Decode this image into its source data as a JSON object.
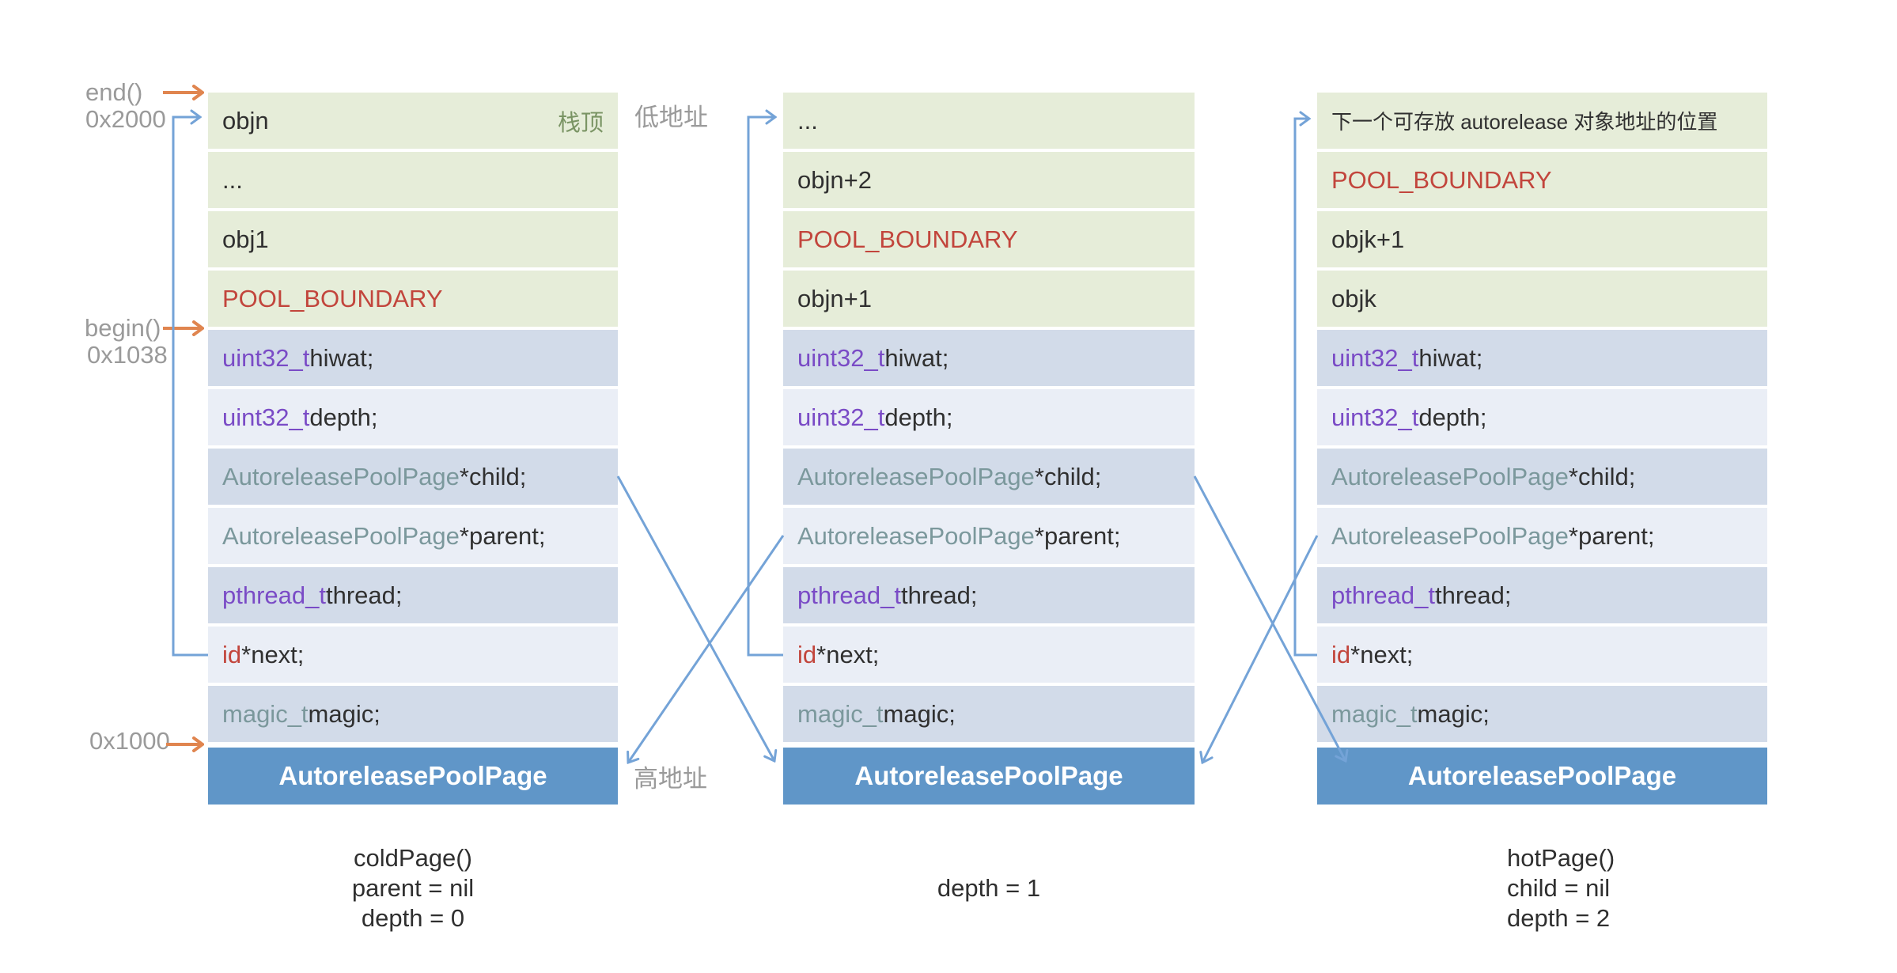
{
  "colors": {
    "green_bg": "#e6edd9",
    "row_dark": "#d2dbe9",
    "row_light": "#eaeef6",
    "bar_blue": "#6096c8",
    "red": "#c2453c",
    "purple": "#7a4bc6",
    "teal": "#7b989c",
    "dark_text": "#303030",
    "gray_label": "#9a9a9a",
    "orange": "#e0854f",
    "arrow_blue": "#74a3d7",
    "stack_green": "#7a9464",
    "caption": "#2f2f2f"
  },
  "labels": {
    "end": "end()",
    "addr_end": "0x2000",
    "begin": "begin()",
    "addr_begin": "0x1038",
    "addr_base": "0x1000",
    "low_address": "低地址",
    "high_address": "高地址",
    "stack_top": "栈顶"
  },
  "columns": [
    {
      "header": "AutoreleasePoolPage",
      "caption": [
        "coldPage()",
        "parent = nil",
        "depth = 0"
      ],
      "rows": [
        {
          "t1": "objn"
        },
        {
          "t1": "..."
        },
        {
          "t1": "obj1"
        },
        {
          "t1": "POOL_BOUNDARY"
        },
        {
          "t1": "uint32_t",
          "t2": " hiwat;"
        },
        {
          "t1": "uint32_t",
          "t2": " depth;"
        },
        {
          "t1": "AutoreleasePoolPage",
          "t2": " *child;"
        },
        {
          "t1": "AutoreleasePoolPage",
          "t2": " *parent;"
        },
        {
          "t1": "pthread_t",
          "t2": " thread;"
        },
        {
          "t1": "id",
          "t2": " *next;"
        },
        {
          "t1": "magic_t",
          "t2": " magic;"
        }
      ]
    },
    {
      "header": "AutoreleasePoolPage",
      "caption": [
        "depth = 1"
      ],
      "rows": [
        {
          "t1": "..."
        },
        {
          "t1": "objn+2"
        },
        {
          "t1": "POOL_BOUNDARY"
        },
        {
          "t1": "objn+1"
        },
        {
          "t1": "uint32_t",
          "t2": " hiwat;"
        },
        {
          "t1": "uint32_t",
          "t2": " depth;"
        },
        {
          "t1": "AutoreleasePoolPage",
          "t2": " *child;"
        },
        {
          "t1": "AutoreleasePoolPage",
          "t2": " *parent;"
        },
        {
          "t1": "pthread_t",
          "t2": " thread;"
        },
        {
          "t1": "id",
          "t2": " *next;"
        },
        {
          "t1": "magic_t",
          "t2": " magic;"
        }
      ]
    },
    {
      "header": "AutoreleasePoolPage",
      "caption": [
        "hotPage()",
        "child = nil",
        "depth = 2"
      ],
      "rows": [
        {
          "t1": "下一个可存放 autorelease 对象地址的位置"
        },
        {
          "t1": "POOL_BOUNDARY"
        },
        {
          "t1": "objk+1"
        },
        {
          "t1": "objk"
        },
        {
          "t1": "uint32_t",
          "t2": " hiwat;"
        },
        {
          "t1": "uint32_t",
          "t2": " depth;"
        },
        {
          "t1": "AutoreleasePoolPage",
          "t2": " *child;"
        },
        {
          "t1": "AutoreleasePoolPage",
          "t2": " *parent;"
        },
        {
          "t1": "pthread_t",
          "t2": " thread;"
        },
        {
          "t1": "id",
          "t2": " *next;"
        },
        {
          "t1": "magic_t",
          "t2": " magic;"
        }
      ]
    }
  ]
}
